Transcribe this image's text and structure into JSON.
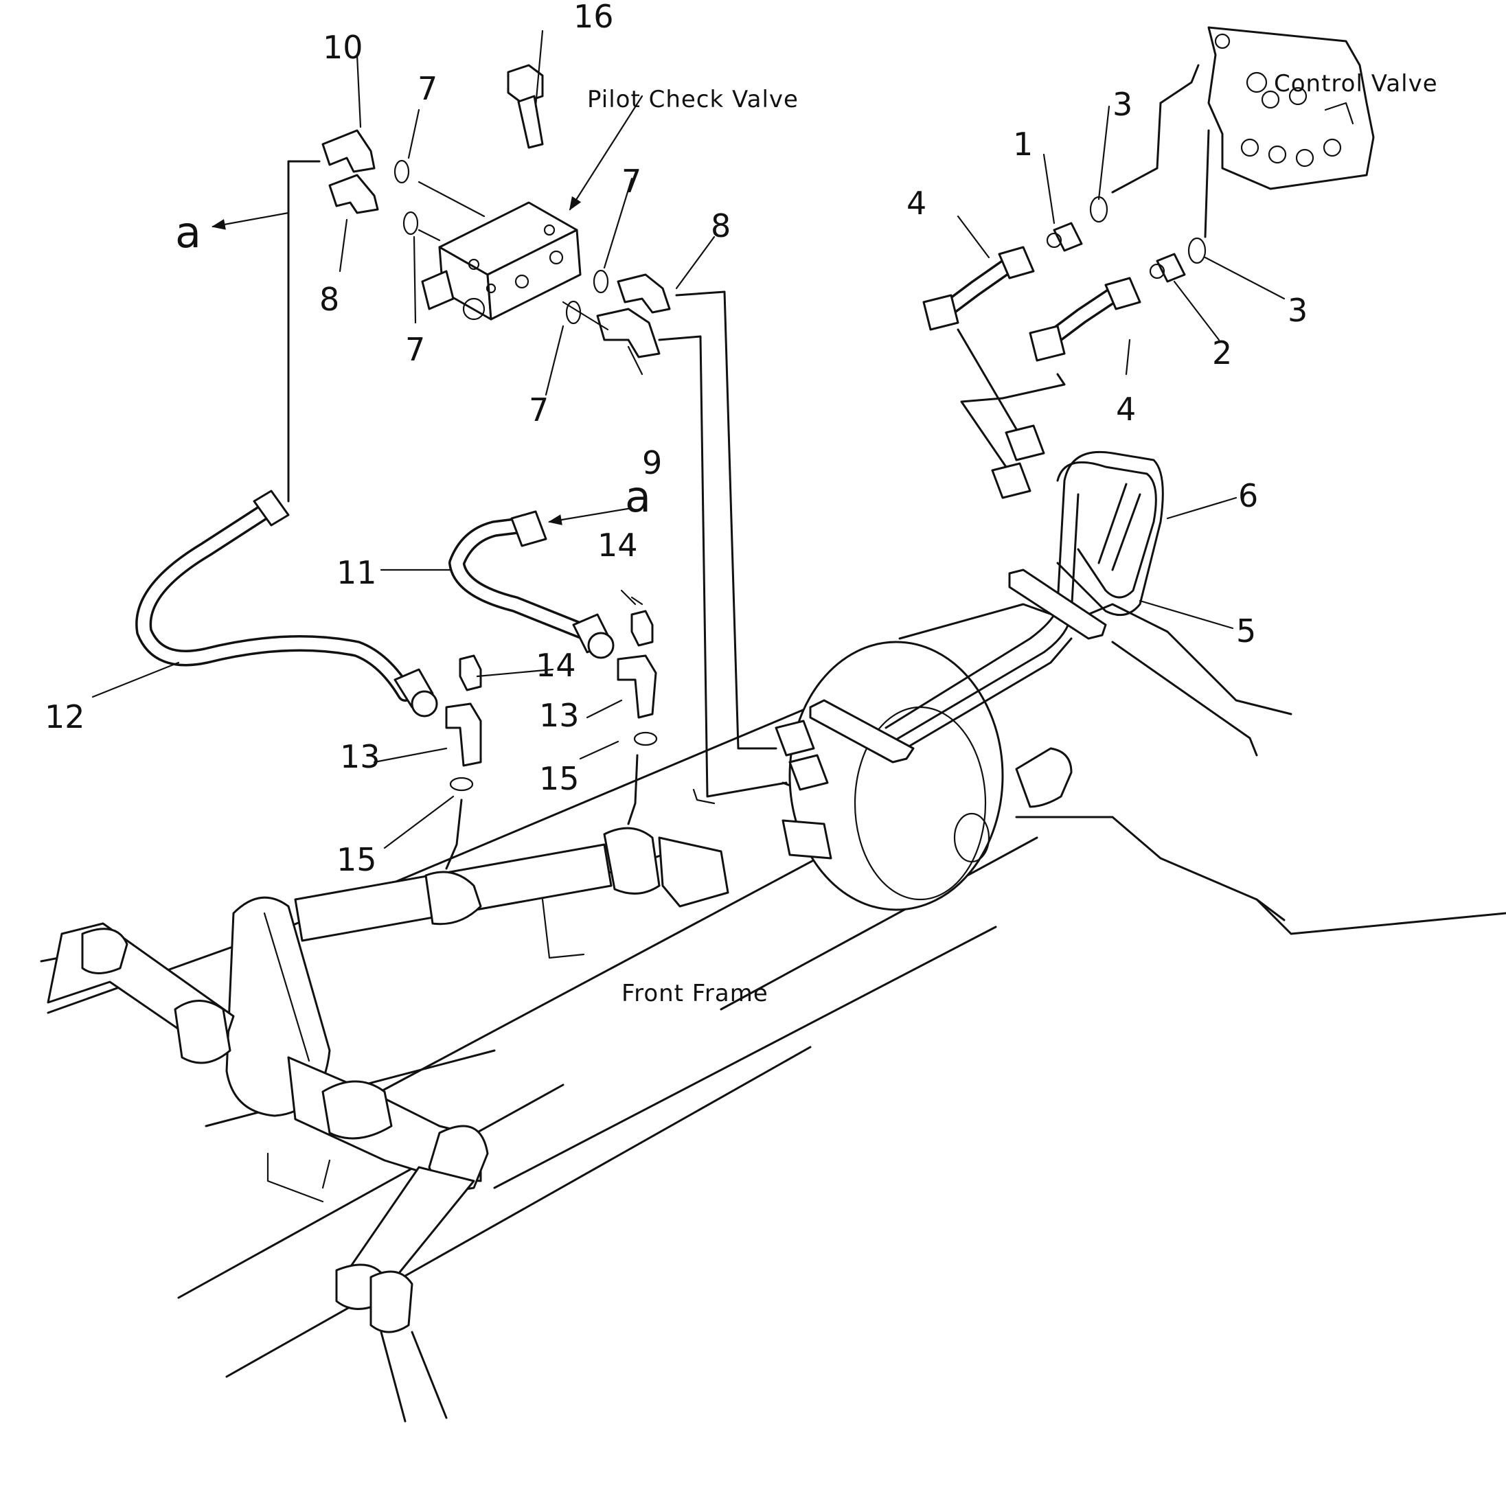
{
  "diagram": {
    "labels": {
      "pilot_check_valve": "Pilot Check Valve",
      "control_valve": "Control Valve",
      "front_frame": "Front Frame"
    },
    "callouts": {
      "n1": "1",
      "n2": "2",
      "n3a": "3",
      "n3b": "3",
      "n4a": "4",
      "n4b": "4",
      "n5": "5",
      "n6": "6",
      "n7a": "7",
      "n7b": "7",
      "n7c": "7",
      "n7d": "7",
      "n8a": "8",
      "n8b": "8",
      "n9": "9",
      "n10": "10",
      "n11": "11",
      "n12": "12",
      "n13a": "13",
      "n13b": "13",
      "n14a": "14",
      "n14b": "14",
      "n15a": "15",
      "n15b": "15",
      "n16": "16",
      "a1": "a",
      "a2": "a"
    }
  }
}
